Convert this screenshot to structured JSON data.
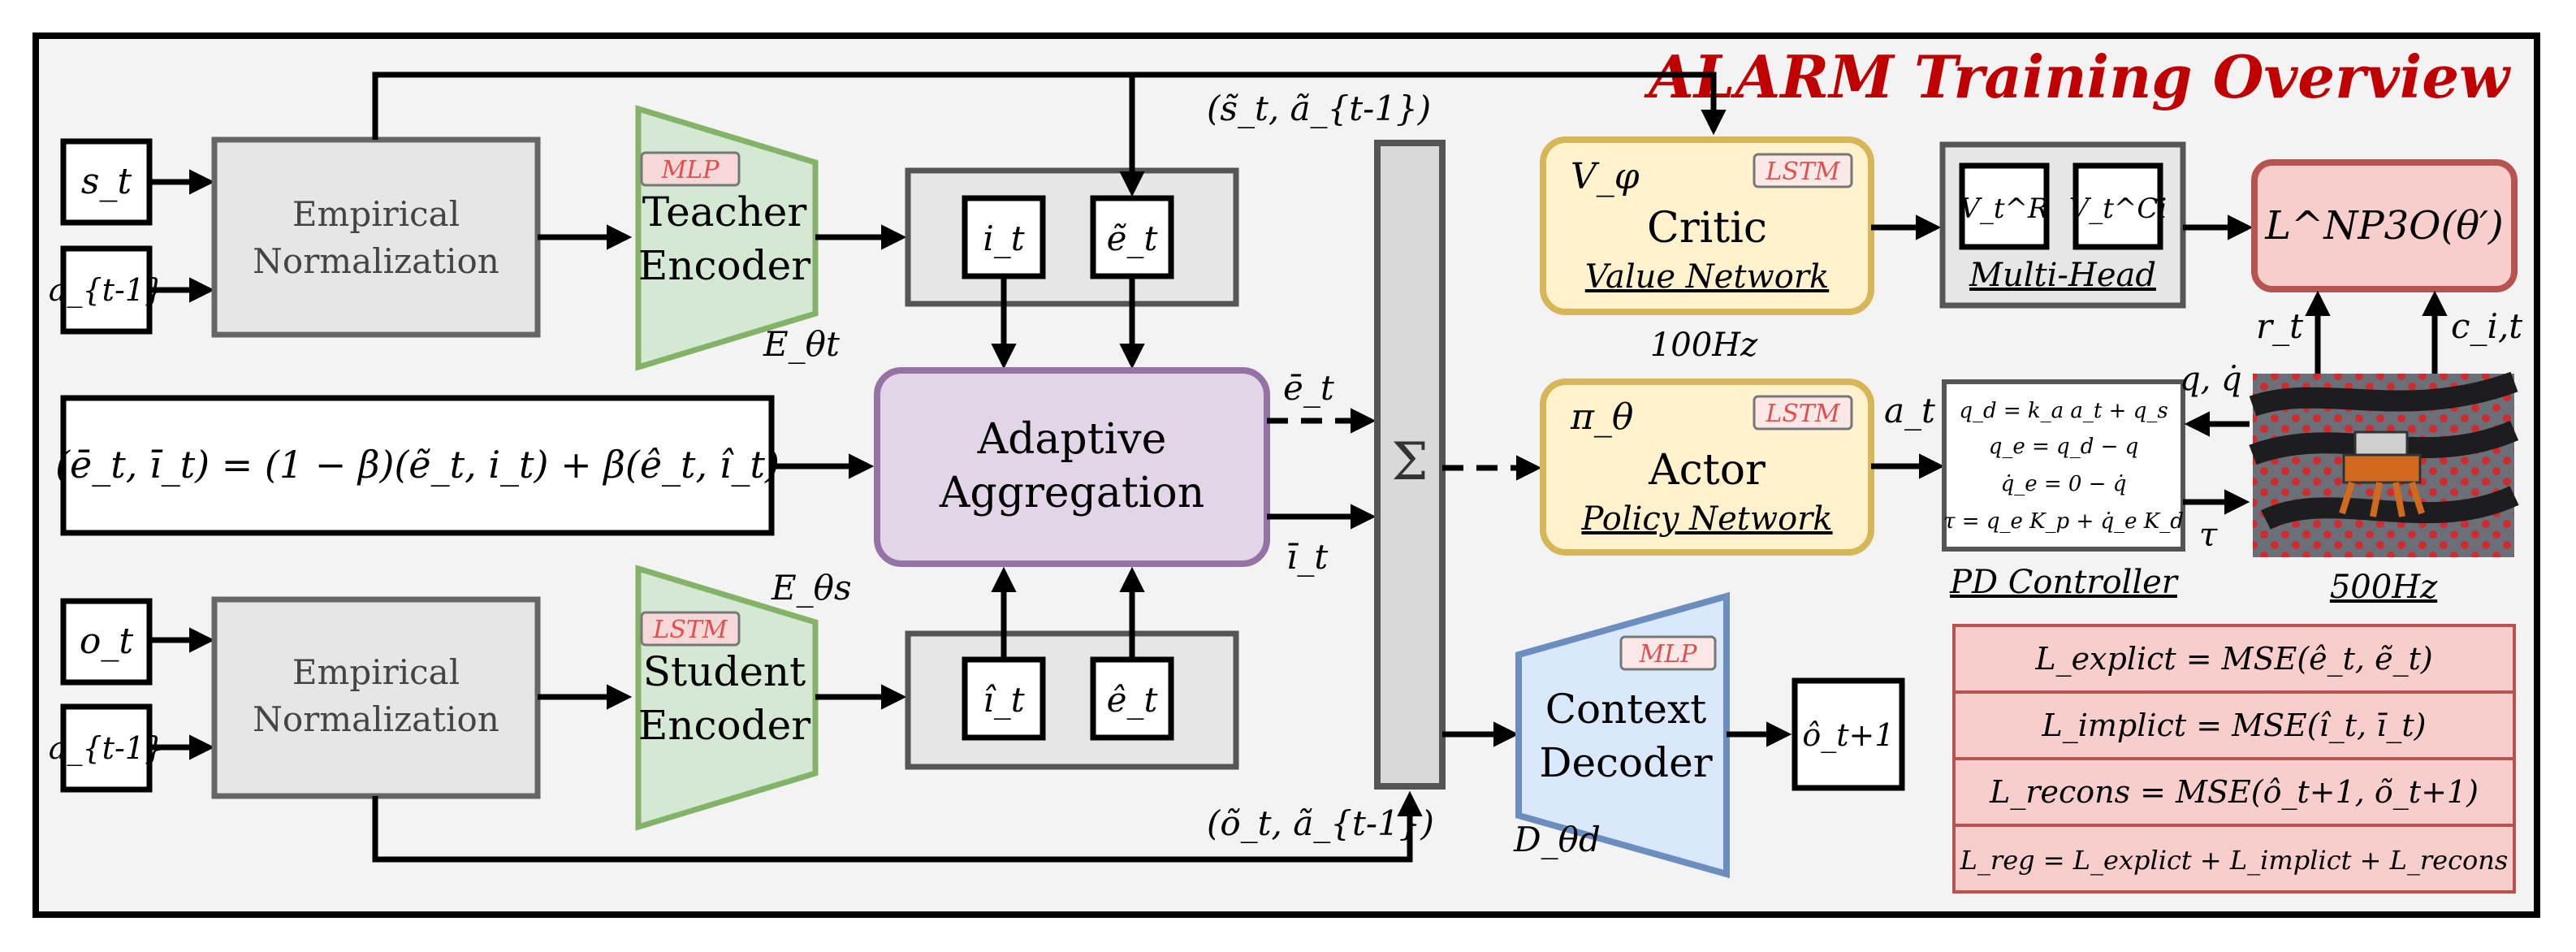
{
  "header": {
    "title": "ALARM Training Overview",
    "title_color": "#c00000"
  },
  "inputs": {
    "teacher_state": "s_t",
    "teacher_prev_action": "a_{t-1}",
    "student_obs": "o_t",
    "student_prev_action": "a_{t-1}"
  },
  "normalization": {
    "teacher_label_1": "Empirical",
    "teacher_label_2": "Normalization",
    "student_label_1": "Empirical",
    "student_label_2": "Normalization"
  },
  "encoders": {
    "teacher_tag": "MLP",
    "teacher_line1": "Teacher",
    "teacher_line2": "Encoder",
    "teacher_symbol": "E_θt",
    "student_tag": "LSTM",
    "student_line1": "Student",
    "student_line2": "Encoder",
    "student_symbol": "E_θs"
  },
  "latents": {
    "teacher_implicit": "i_t",
    "teacher_explicit": "ẽ_t",
    "student_implicit": "î_t",
    "student_explicit": "ê_t"
  },
  "aggregation": {
    "formula": "(ē_t, ī_t) = (1 − β)(ẽ_t, i_t) + β(ê_t, î_t)",
    "line1": "Adaptive",
    "line2": "Aggregation",
    "out_explicit": "ē_t",
    "out_implicit": "ī_t"
  },
  "privileged_labels": {
    "top": "(s̃_t, ã_{t-1})",
    "bottom": "(õ_t, ã_{t-1})"
  },
  "sum_symbol": "Σ",
  "critic": {
    "symbol": "V_φ",
    "tag": "LSTM",
    "title": "Critic",
    "subtitle": "Value Network",
    "rate": "100Hz"
  },
  "multihead": {
    "head1": "V_t^R",
    "head2": "V_t^Ci",
    "label": "Multi-Head"
  },
  "loss_main": "L^NP3O(θ′)",
  "actor": {
    "symbol": "π_θ",
    "tag": "LSTM",
    "title": "Actor",
    "subtitle": "Policy Network",
    "action": "a_t"
  },
  "pd": {
    "eq1": "q_d = k_a a_t + q_s",
    "eq2": "q_e = q_d − q",
    "eq3": "q̇_e = 0 − q̇",
    "eq4": "τ = q_e K_p + q̇_e K_d",
    "label": "PD Controller"
  },
  "robot": {
    "reward": "r_t",
    "cost": "c_i,t",
    "state": "q, q̇",
    "torque": "τ",
    "rate": "500Hz"
  },
  "decoder": {
    "tag": "MLP",
    "line1": "Context",
    "line2": "Decoder",
    "symbol": "D_θd",
    "output": "ô_t+1"
  },
  "losses": [
    "L_explict = MSE(ê_t, ẽ_t)",
    "L_implict = MSE(î_t, ī_t)",
    "L_recons = MSE(ô_t+1, õ_t+1)",
    "L_reg = L_explict + L_implict + L_recons"
  ],
  "colors": {
    "encoder_green": "#d5e8d4",
    "encoder_green_border": "#82b366",
    "aggregation_purple": "#e1d5e7",
    "aggregation_border": "#9673a6",
    "network_yellow": "#fff2cc",
    "network_border": "#d6b656",
    "loss_red": "#f8cecc",
    "loss_border": "#b85450",
    "decoder_blue": "#dae8fc",
    "decoder_border": "#6c8ebf",
    "tag_red": "#e05050"
  }
}
